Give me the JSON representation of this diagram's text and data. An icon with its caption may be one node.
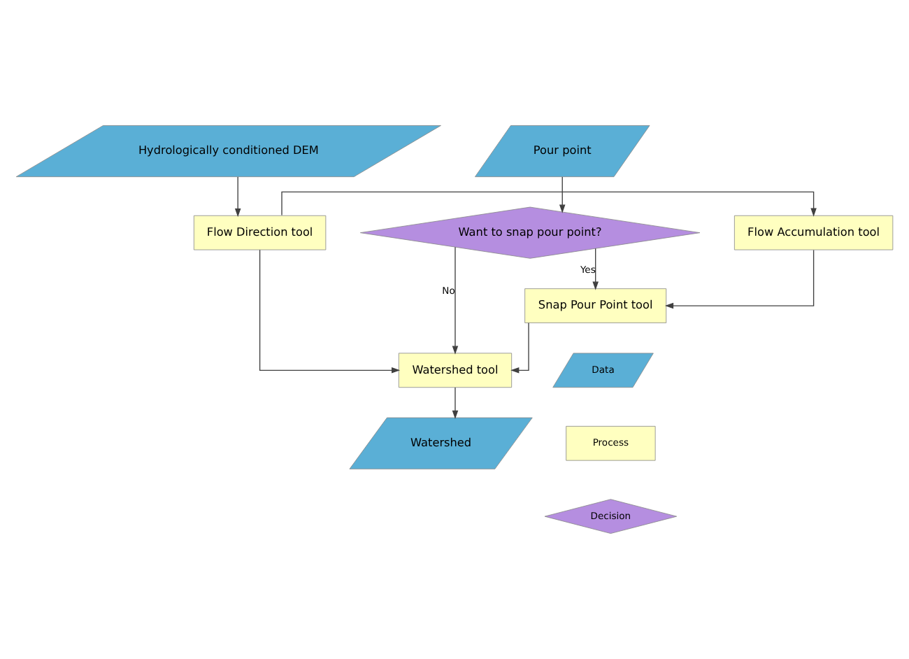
{
  "diagram": {
    "nodes": [
      {
        "text": [
          "Hydrologically conditioned DEM"
        ]
      },
      {
        "text": [
          "Pour point"
        ]
      },
      {
        "text": [
          "Flow Direction tool"
        ]
      },
      {
        "text": [
          "Want to snap pour point?"
        ]
      },
      {
        "text": [
          "Flow Accumulation tool"
        ]
      },
      {
        "text": [
          "Snap Pour Point tool"
        ]
      },
      {
        "text": [
          "Watershed tool"
        ]
      },
      {
        "text": [
          "Watershed"
        ]
      }
    ],
    "edges": [
      {
        "from": 0,
        "to": 2,
        "arrow": "to"
      },
      {
        "from": 1,
        "to": 3,
        "arrow": "to"
      },
      {
        "from": 2,
        "to": 4,
        "arrow": "to"
      },
      {
        "from": 2,
        "to": 6,
        "arrow": "to"
      },
      {
        "from": 3,
        "to": 5,
        "label": "Yes",
        "arrow": "to"
      },
      {
        "from": 3,
        "to": 6,
        "label": "No",
        "arrow": "to"
      },
      {
        "from": 4,
        "to": 5,
        "arrow": "to"
      },
      {
        "from": 5,
        "to": 6,
        "arrow": "to"
      },
      {
        "from": 6,
        "to": 7,
        "arrow": "to"
      }
    ],
    "legend": [
      {
        "text": "Data",
        "color": "#5aafd6"
      },
      {
        "text": "Process",
        "color": "#ffffc0"
      },
      {
        "text": "Decision",
        "color": "#b58ee0"
      }
    ]
  }
}
